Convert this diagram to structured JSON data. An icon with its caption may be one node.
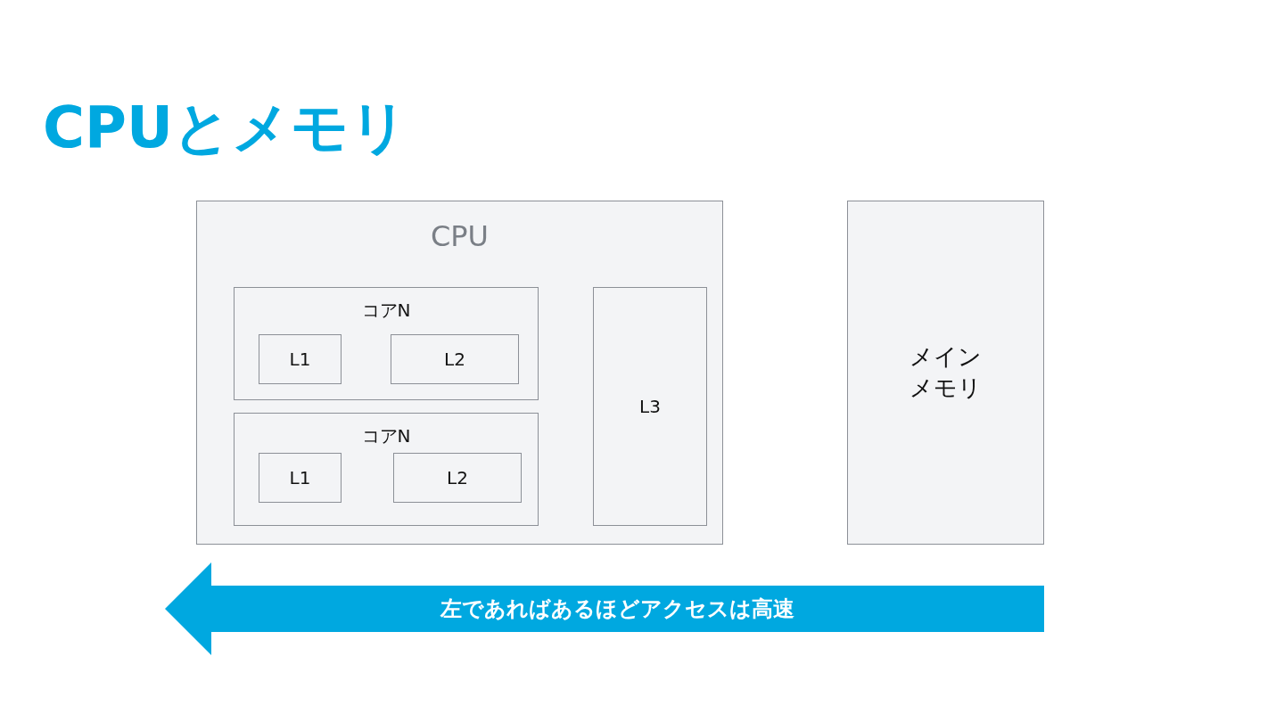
{
  "diagram": {
    "title": "CPUとメモリ",
    "nodes": [
      {
        "text": [
          "CPU"
        ]
      },
      {
        "text": [
          "コアN"
        ],
        "in": 0
      },
      {
        "text": [
          "L1"
        ],
        "in": 1
      },
      {
        "text": [
          "L2"
        ],
        "in": 1
      },
      {
        "text": [
          "コアN"
        ],
        "in": 0
      },
      {
        "text": [
          "L1"
        ],
        "in": 4
      },
      {
        "text": [
          "L2"
        ],
        "in": 4
      },
      {
        "text": [
          "L3"
        ],
        "in": 0
      },
      {
        "text": [
          "メインメモリ"
        ]
      }
    ],
    "edges": [],
    "labels": [
      "左であればあるほどアクセスは高速"
    ]
  }
}
